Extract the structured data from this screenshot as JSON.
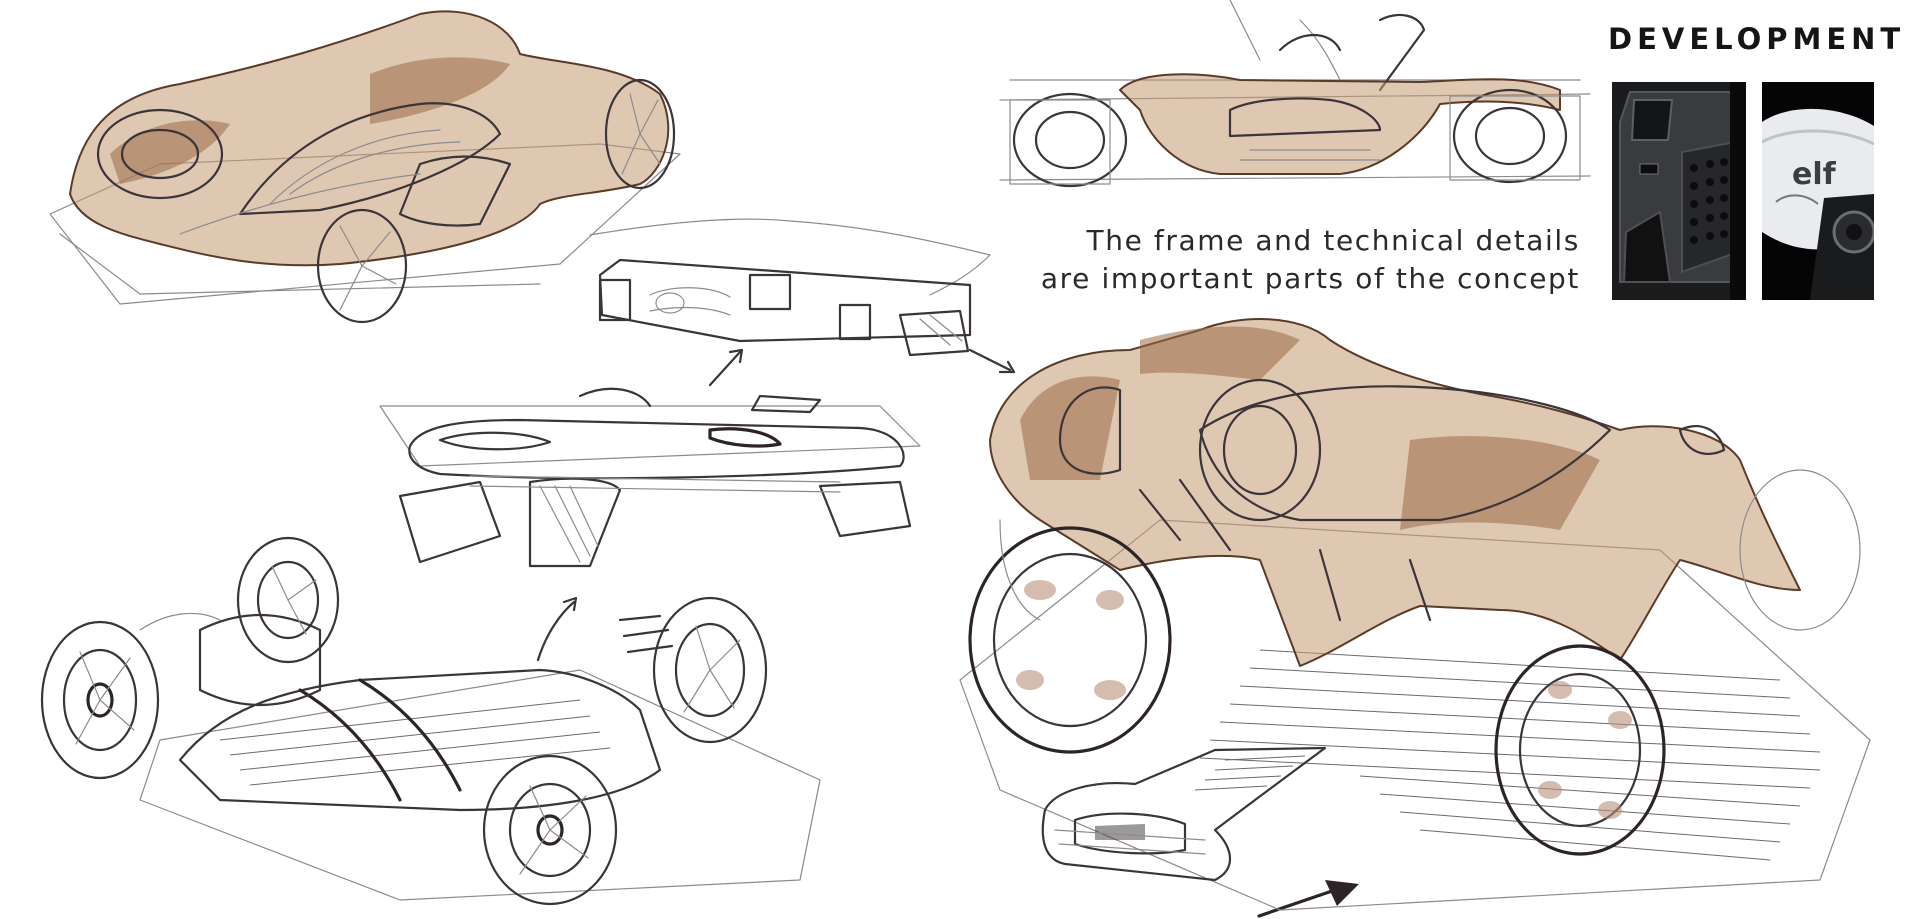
{
  "page": {
    "heading": "DEVELOPMENT",
    "caption_lines": [
      "The frame and technical details",
      "are important parts of the concept"
    ]
  },
  "sketches": [
    {
      "name": "top-left-car-sketch",
      "colored": true
    },
    {
      "name": "top-center-frame-sketch",
      "colored": false
    },
    {
      "name": "middle-chassis-sketch",
      "colored": false
    },
    {
      "name": "bottom-left-wheelbase-sketch",
      "colored": false
    },
    {
      "name": "top-right-side-frame-sketch",
      "colored": true
    },
    {
      "name": "large-right-car-sketch",
      "colored": true
    },
    {
      "name": "floor-panel-sketch",
      "colored": false
    }
  ],
  "reference_photos": [
    {
      "name": "dark-mechanical-part-photo"
    },
    {
      "name": "motorcycle-tank-photo",
      "logo_text": "elf"
    }
  ],
  "colors": {
    "marker": "#c59b72",
    "ink": "#3b3438",
    "background": "#ffffff"
  }
}
